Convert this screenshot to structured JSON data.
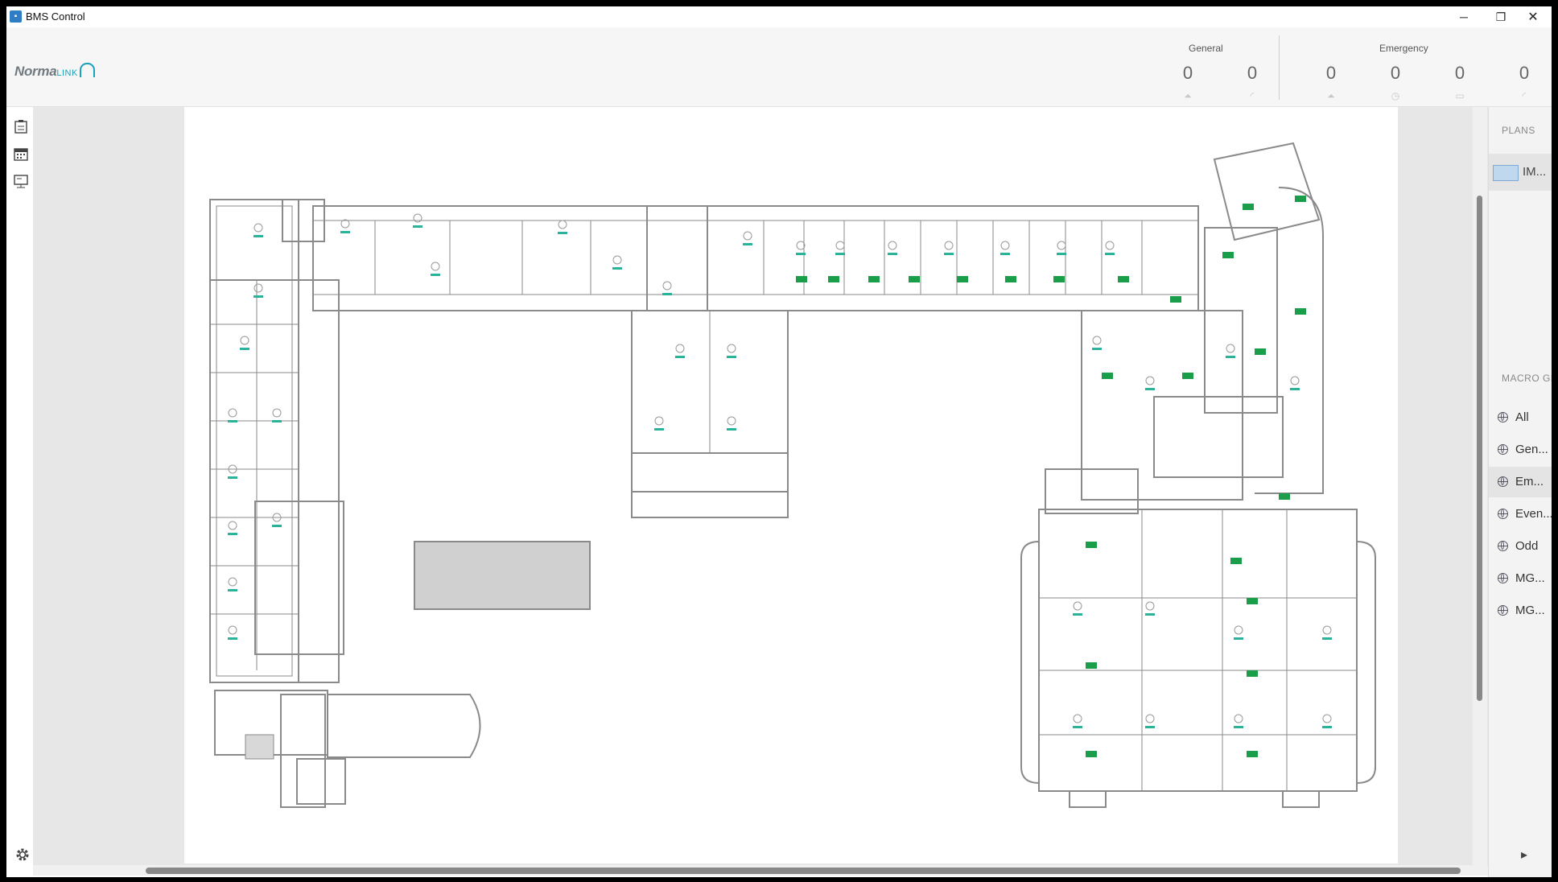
{
  "window": {
    "title": "BMS Control",
    "controls": {
      "minimize": "─",
      "maximize": "❐",
      "close": "✕"
    }
  },
  "header": {
    "logo": {
      "main": "Norma",
      "sub": "LINK"
    },
    "groups": [
      {
        "label": "General",
        "counters": [
          {
            "value": "0",
            "icon": "lamp-icon"
          },
          {
            "value": "0",
            "icon": "wireless-icon"
          }
        ]
      },
      {
        "label": "Emergency",
        "counters": [
          {
            "value": "0",
            "icon": "lamp-icon"
          },
          {
            "value": "0",
            "icon": "timer-icon"
          },
          {
            "value": "0",
            "icon": "battery-icon"
          },
          {
            "value": "0",
            "icon": "wireless-icon"
          }
        ]
      }
    ]
  },
  "sidebar": {
    "items": [
      {
        "icon": "clipboard-icon"
      },
      {
        "icon": "calendar-icon"
      },
      {
        "icon": "monitor-icon"
      }
    ],
    "settings_icon": "gear-icon"
  },
  "right_panel": {
    "plans_title": "PLANS",
    "plans": [
      {
        "label": "IM..."
      }
    ],
    "macro_title": "MACRO GROUPS",
    "macro_groups": [
      {
        "label": "All"
      },
      {
        "label": "Gen..."
      },
      {
        "label": "Em..."
      },
      {
        "label": "Even..."
      },
      {
        "label": "Odd"
      },
      {
        "label": "MG..."
      },
      {
        "label": "MG..."
      }
    ]
  },
  "colors": {
    "accent": "#17a2b8",
    "exit_sign": "#1a9e4a",
    "fixture_bar": "#2bb39a"
  }
}
